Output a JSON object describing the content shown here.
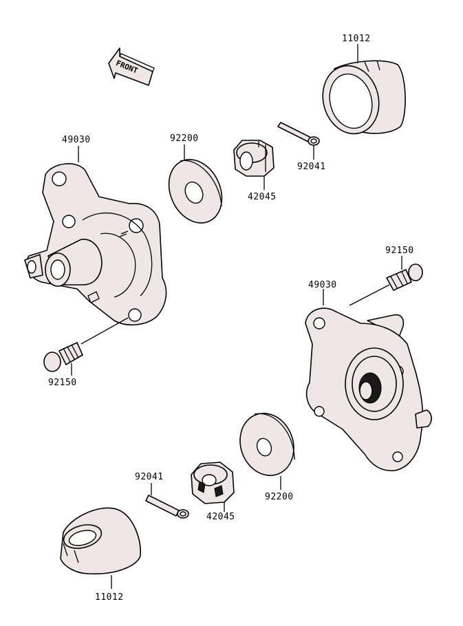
{
  "front_arrow": {
    "text": "FRONT"
  },
  "labels": {
    "cap_top": "11012",
    "hub_left": "49030",
    "washer_top": "92200",
    "nut_top": "42045",
    "pin_top": "92041",
    "bolt_right": "92150",
    "hub_right": "49030",
    "bolt_left": "92150",
    "washer_bottom": "92200",
    "pin_bottom": "92041",
    "nut_bottom": "42045",
    "cap_bottom": "11012"
  }
}
